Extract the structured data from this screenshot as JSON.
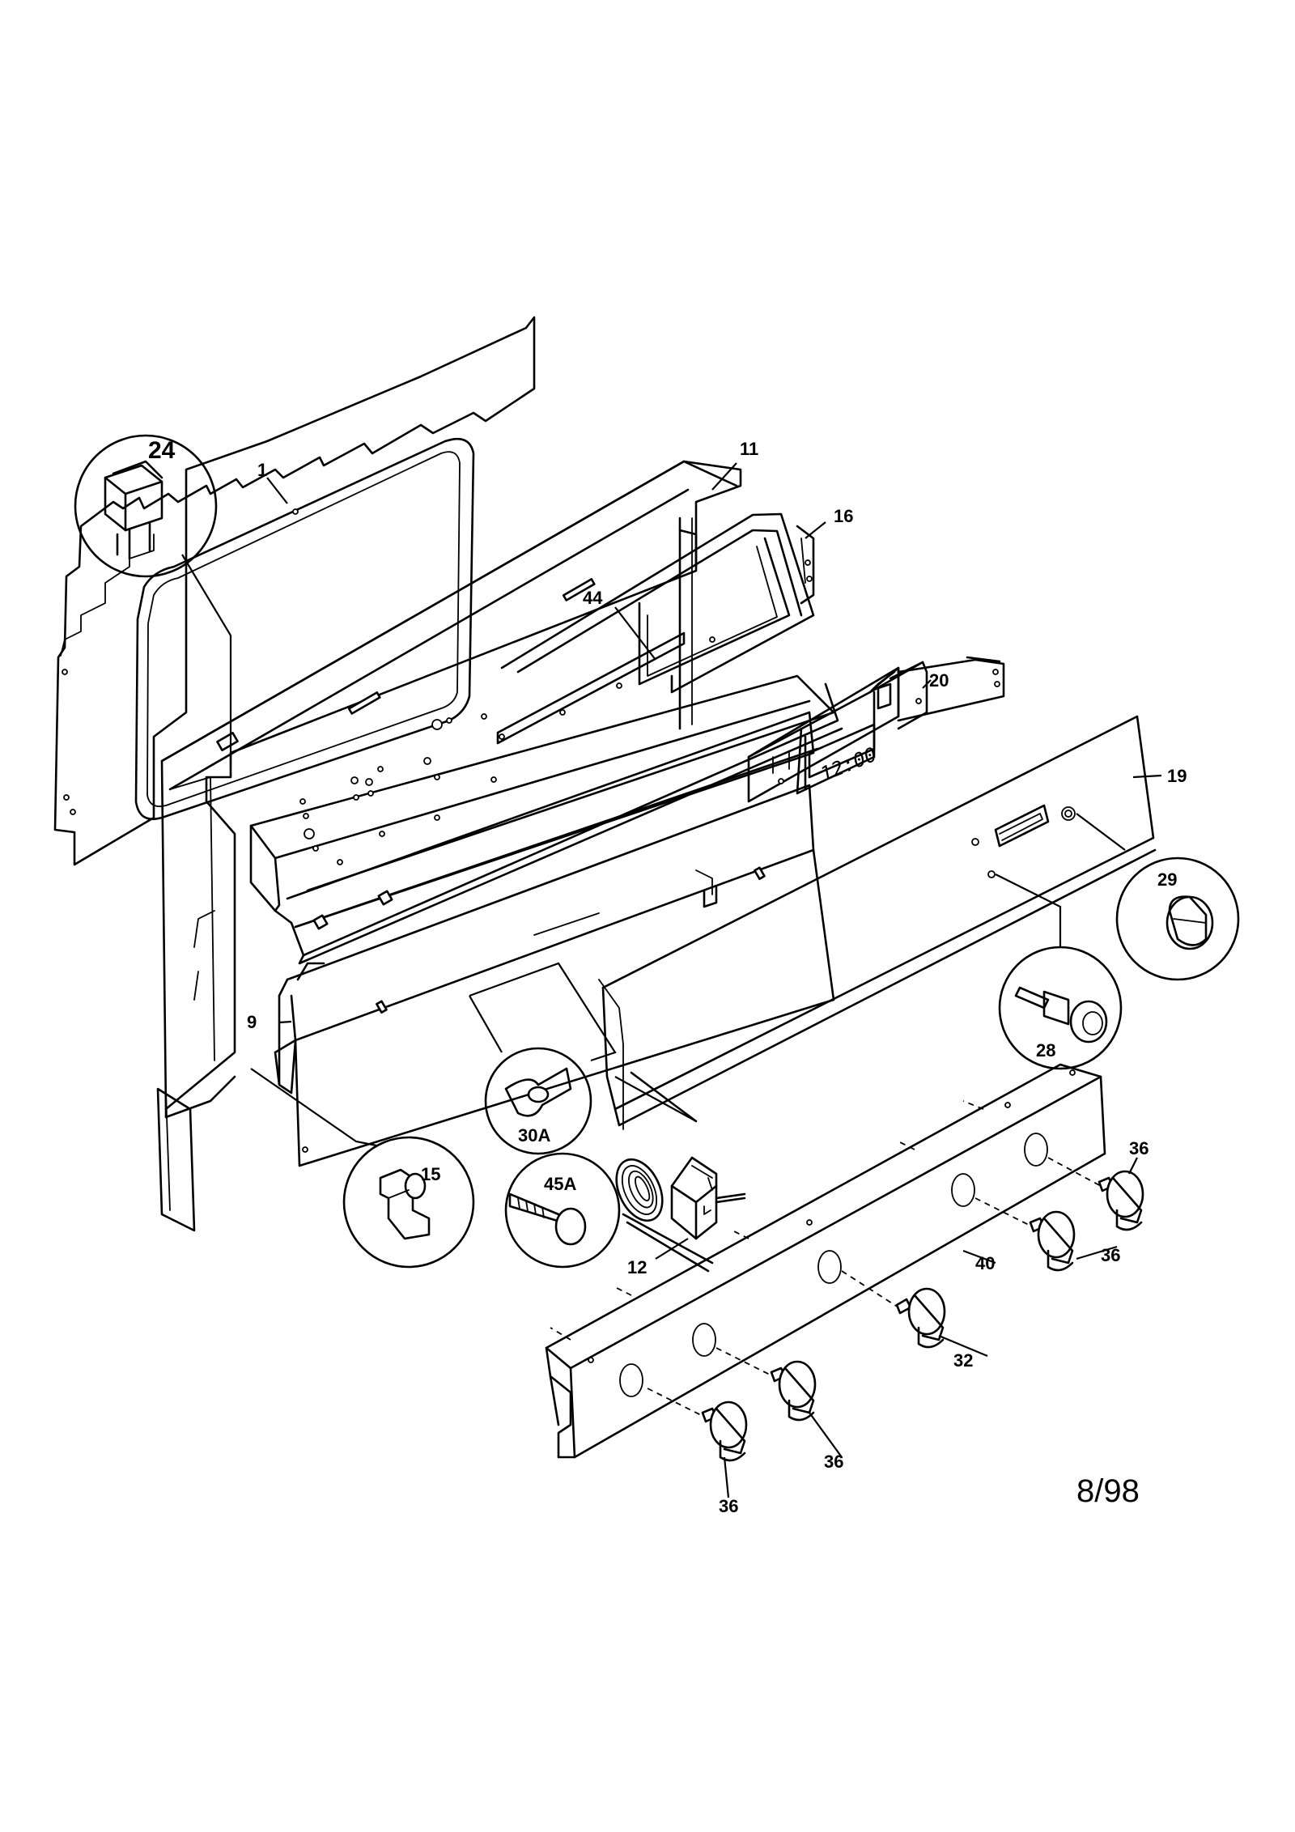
{
  "diagram": {
    "date_code": "8/98",
    "clock_display": "12:00",
    "callouts": {
      "p1": "1",
      "p9": "9",
      "p11": "11",
      "p12": "12",
      "p15": "15",
      "p16": "16",
      "p19": "19",
      "p20": "20",
      "p24": "24",
      "p28": "28",
      "p29": "29",
      "p30a": "30A",
      "p32": "32",
      "p36a": "36",
      "p36b": "36",
      "p36c": "36",
      "p36d": "36",
      "p40": "40",
      "p44": "44",
      "p45a": "45A"
    }
  }
}
